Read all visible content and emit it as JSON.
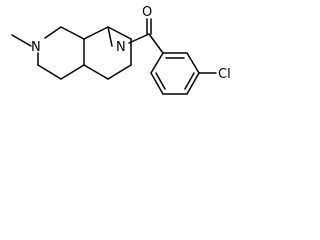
{
  "molecule": {
    "atoms": {
      "oxygen": "O",
      "n_amide": "N",
      "n_ring": "N",
      "chlorine": "Cl"
    },
    "colors": {
      "bond": "#000000",
      "text": "#000000",
      "background": "#ffffff"
    }
  }
}
